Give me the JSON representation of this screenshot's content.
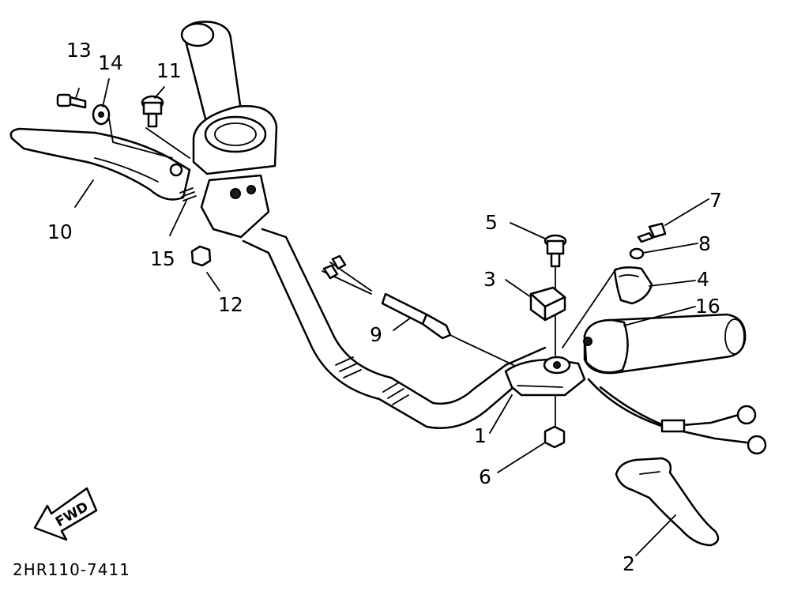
{
  "diagram_code": "2HR110-7411",
  "fwd_label": "FWD",
  "part_labels": {
    "p1": "1",
    "p2": "2",
    "p3": "3",
    "p4": "4",
    "p5": "5",
    "p6": "6",
    "p7": "7",
    "p8": "8",
    "p9": "9",
    "p10": "10",
    "p11": "11",
    "p12": "12",
    "p13": "13",
    "p14": "14",
    "p15": "15",
    "p16": "16"
  }
}
